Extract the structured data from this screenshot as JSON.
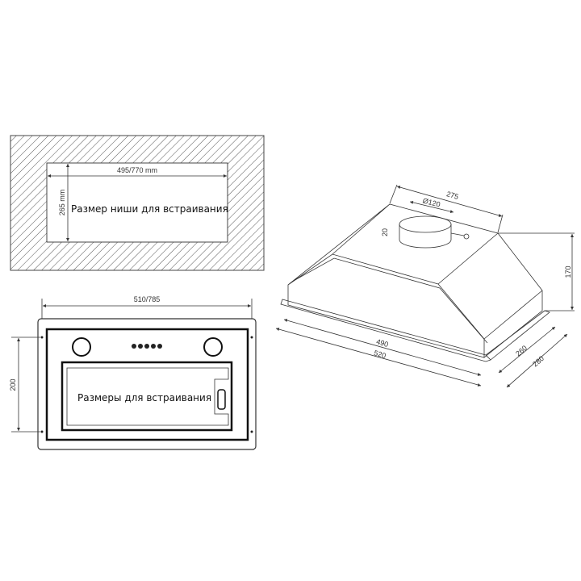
{
  "niche_view": {
    "width_label": "495/770 mm",
    "height_label": "265 mm",
    "caption": "Размер ниши для встраивания"
  },
  "front_view": {
    "width_label": "510/785",
    "height_label": "200",
    "caption": "Размеры для встраивания"
  },
  "iso_view": {
    "top_width_label": "275",
    "duct_diameter_label": "Ø120",
    "duct_height_label": "20",
    "height_label": "170",
    "inner_width_label": "490",
    "outer_width_label": "520",
    "inner_depth_label": "260",
    "outer_depth_label": "280"
  }
}
